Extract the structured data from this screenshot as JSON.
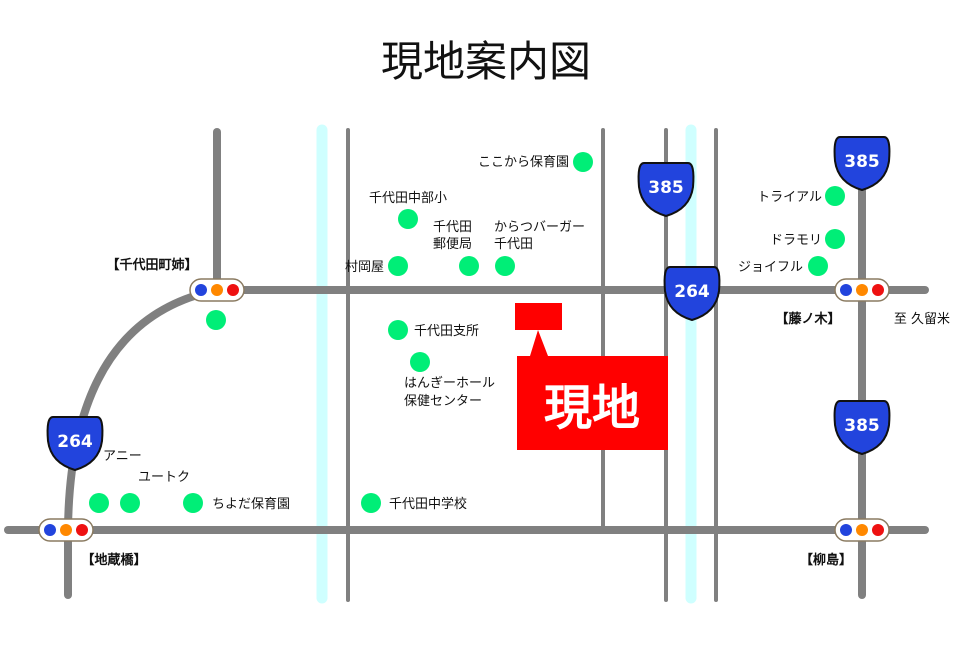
{
  "title": "現地案内図",
  "site_label": "現地",
  "colors": {
    "road": "#808080",
    "river": "#cfffff",
    "poi": "#00ee77",
    "site": "#ff0000",
    "shield": "#2244dd"
  },
  "road_shields": [
    "385",
    "385",
    "264",
    "264",
    "385"
  ],
  "intersections": [
    "【千代田町姉】",
    "【藤ノ木】",
    "【地蔵橋】",
    "【柳島】"
  ],
  "direction": "至 久留米",
  "pois": {
    "kokokara": "ここから保育園",
    "chiyoda_chubu": "千代田中部小",
    "yubin_1": "千代田",
    "yubin_2": "郵便局",
    "karatsu_1": "からつバーガー",
    "karatsu_2": "千代田",
    "muraoka": "村岡屋",
    "shisho": "千代田支所",
    "hangi_1": "はんぎーホール",
    "hangi_2": "保健センター",
    "trial": "トライアル",
    "drug": "ドラモリ",
    "joyful": "ジョイフル",
    "ani": "アニー",
    "utoku": "ユートク",
    "chiyoda_hoiku": "ちよだ保育園",
    "chugakko": "千代田中学校"
  }
}
